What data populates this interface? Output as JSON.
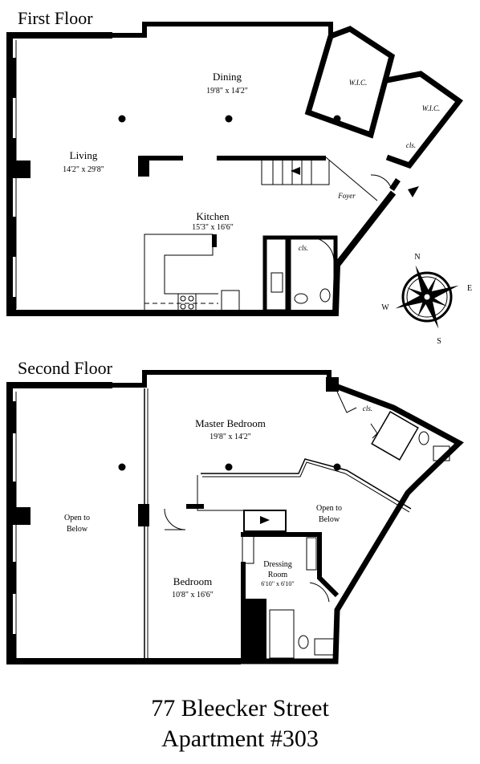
{
  "first_floor": {
    "title": "First Floor",
    "rooms": {
      "dining": {
        "name": "Dining",
        "dim": "19'8\" x 14'2\""
      },
      "living": {
        "name": "Living",
        "dim": "14'2\" x 29'8\""
      },
      "kitchen": {
        "name": "Kitchen",
        "dim": "15'3\" x 16'6\""
      },
      "foyer": {
        "name": "Foyer"
      },
      "wic1": {
        "name": "W.I.C."
      },
      "wic2": {
        "name": "W.I.C."
      },
      "cls1": {
        "name": "cls."
      },
      "cls2": {
        "name": "cls."
      }
    }
  },
  "second_floor": {
    "title": "Second Floor",
    "rooms": {
      "master": {
        "name": "Master Bedroom",
        "dim": "19'8\" x 14'2\""
      },
      "open_left": {
        "line1": "Open to",
        "line2": "Below"
      },
      "open_right": {
        "line1": "Open to",
        "line2": "Below"
      },
      "bedroom": {
        "name": "Bedroom",
        "dim": "10'8\" x 16'6\""
      },
      "dressing": {
        "line1": "Dressing",
        "line2": "Room",
        "dim": "6'10\" x 6'10\""
      },
      "cls": {
        "name": "cls."
      }
    }
  },
  "compass": {
    "n": "N",
    "e": "E",
    "s": "S",
    "w": "W"
  },
  "footer": {
    "line1": "77 Bleecker Street",
    "line2": "Apartment #303"
  }
}
